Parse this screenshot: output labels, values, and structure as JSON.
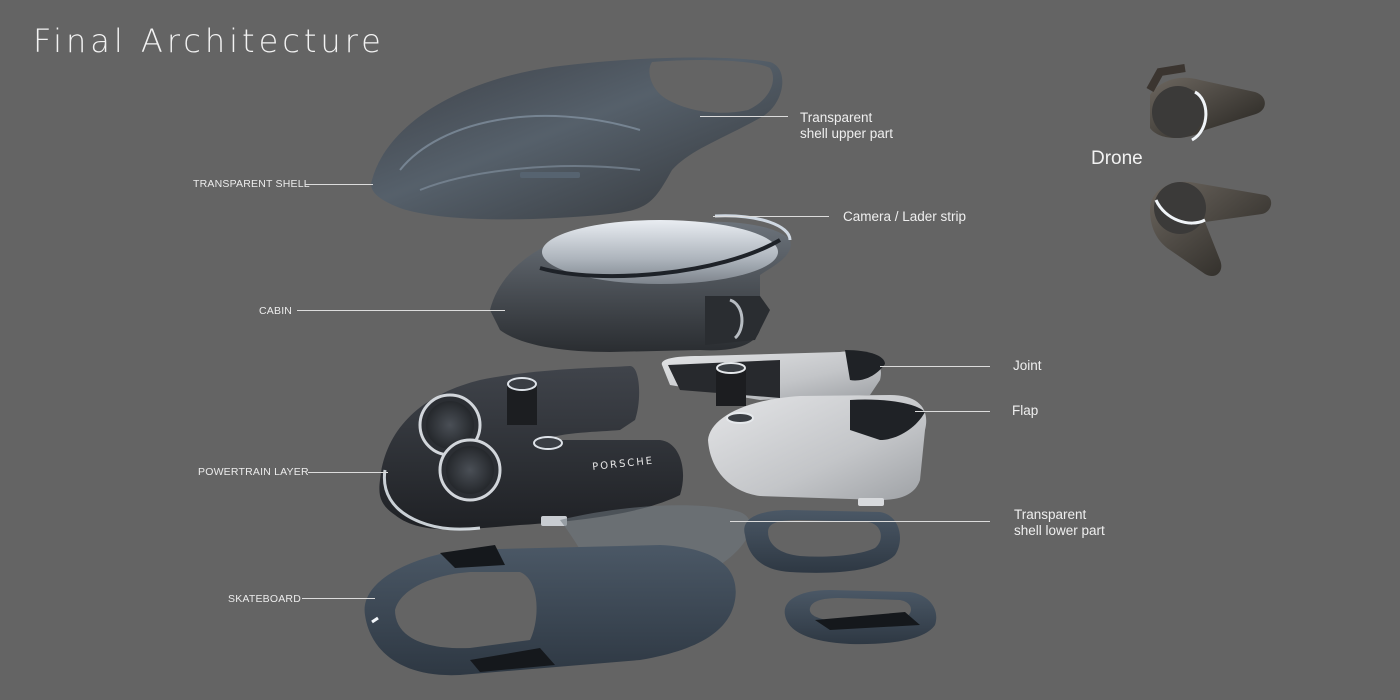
{
  "title": "Final Architecture",
  "colors": {
    "background": "#646464",
    "text": "#efefef",
    "leader_line": "#dcdcdc",
    "dark_part": "#2a2d33",
    "silver_part": "#c9cbce",
    "skateboard": "#3b4652",
    "light_strip": "#f4f8ff"
  },
  "components_left": [
    {
      "id": "transparent-shell",
      "label": "TRANSPARENT SHELL"
    },
    {
      "id": "cabin",
      "label": "CABIN"
    },
    {
      "id": "powertrain-layer",
      "label": "POWERTRAIN LAYER"
    },
    {
      "id": "skateboard",
      "label": "SKATEBOARD"
    }
  ],
  "components_right": [
    {
      "id": "transparent-shell-upper",
      "label": "Transparent\nshell upper part"
    },
    {
      "id": "camera-lader-strip",
      "label": "Camera / Lader strip"
    },
    {
      "id": "joint",
      "label": "Joint"
    },
    {
      "id": "flap",
      "label": "Flap"
    },
    {
      "id": "transparent-shell-lower",
      "label": "Transparent\nshell lower part"
    }
  ],
  "drone": {
    "label": "Drone"
  },
  "branding": {
    "logo_text": "PORSCHE"
  }
}
